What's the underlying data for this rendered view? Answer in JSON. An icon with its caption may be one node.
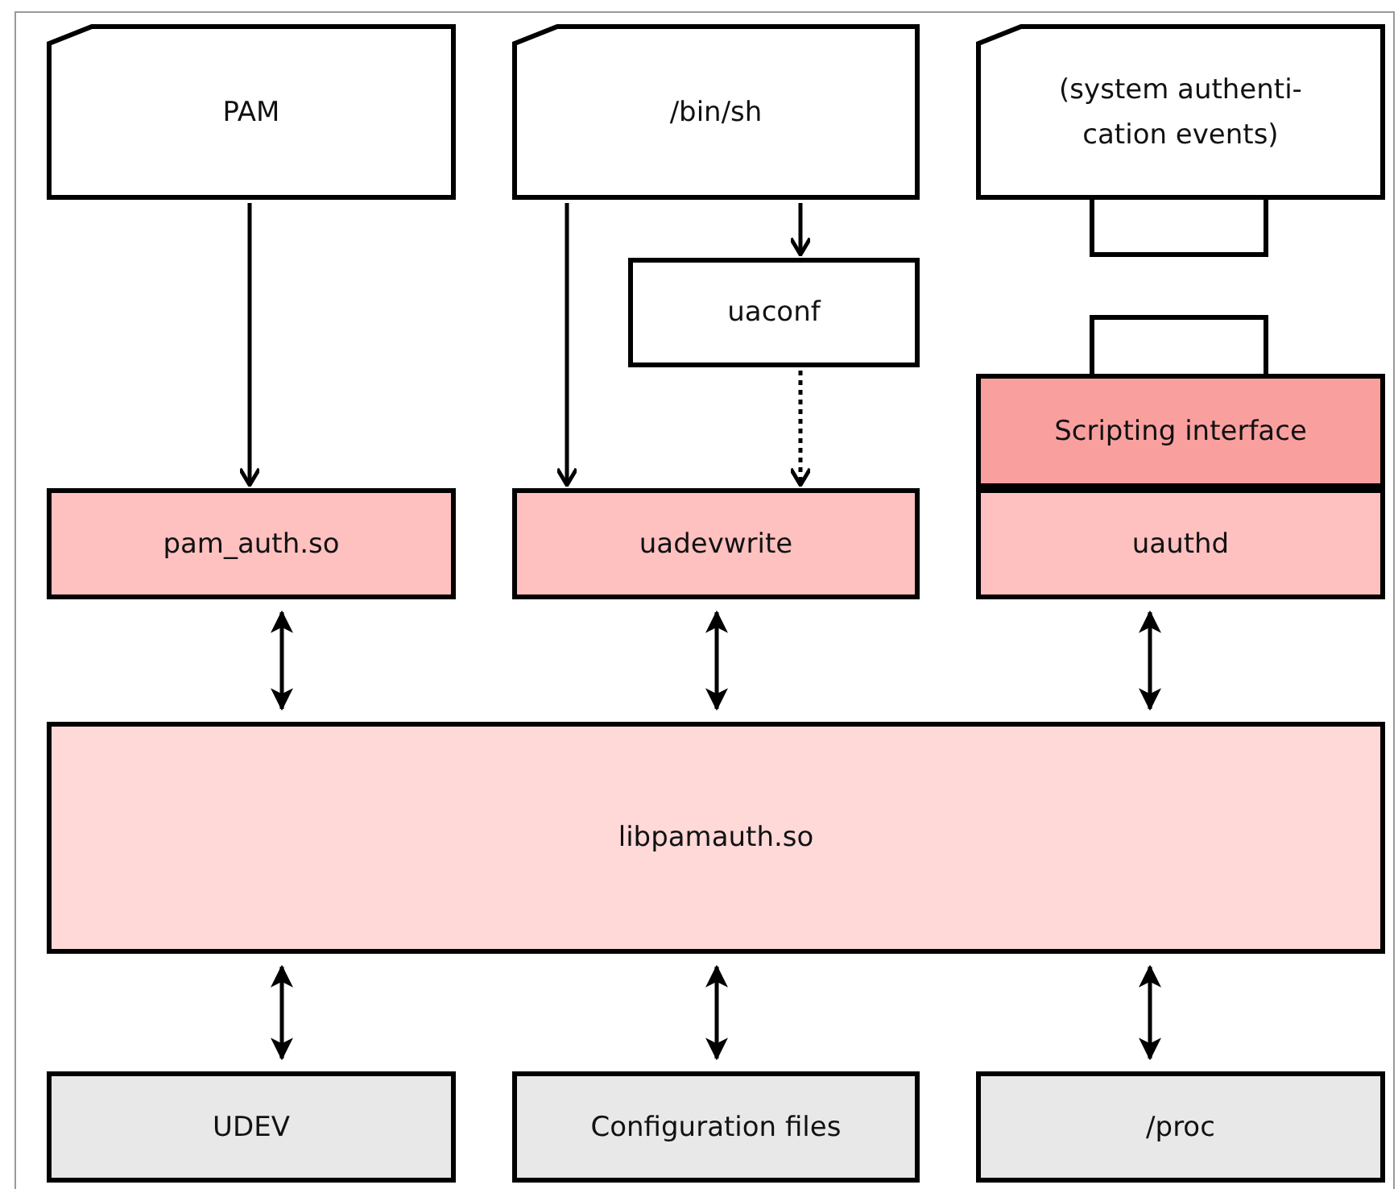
{
  "diagram": {
    "nodes": [
      {
        "text": [
          "PAM"
        ]
      },
      {
        "text": [
          "/bin/sh"
        ]
      },
      {
        "text": [
          "(system authenti- cation events)"
        ]
      },
      {
        "text": [
          "uaconf"
        ]
      },
      {
        "text": [
          "Scripting interface"
        ]
      },
      {
        "text": [
          "pam_auth.so"
        ]
      },
      {
        "text": [
          "uadevwrite"
        ]
      },
      {
        "text": [
          "uauthd"
        ]
      },
      {
        "text": [
          "libpamauth.so"
        ]
      },
      {
        "text": [
          "UDEV"
        ]
      },
      {
        "text": [
          "Configuration files"
        ]
      },
      {
        "text": [
          "/proc"
        ]
      }
    ],
    "edges": [
      {
        "from": 0,
        "to": 5,
        "arrow": "to"
      },
      {
        "from": 1,
        "to": 6,
        "arrow": "to"
      },
      {
        "from": 1,
        "to": 3,
        "arrow": "to"
      },
      {
        "from": 3,
        "to": 6,
        "arrow": "to",
        "style": "dashed"
      },
      {
        "from": 5,
        "to": 8,
        "arrow": "both"
      },
      {
        "from": 6,
        "to": 8,
        "arrow": "both"
      },
      {
        "from": 7,
        "to": 8,
        "arrow": "both"
      },
      {
        "from": 8,
        "to": 9,
        "arrow": "both"
      },
      {
        "from": 8,
        "to": 10,
        "arrow": "both"
      },
      {
        "from": 8,
        "to": 11,
        "arrow": "both"
      }
    ]
  }
}
